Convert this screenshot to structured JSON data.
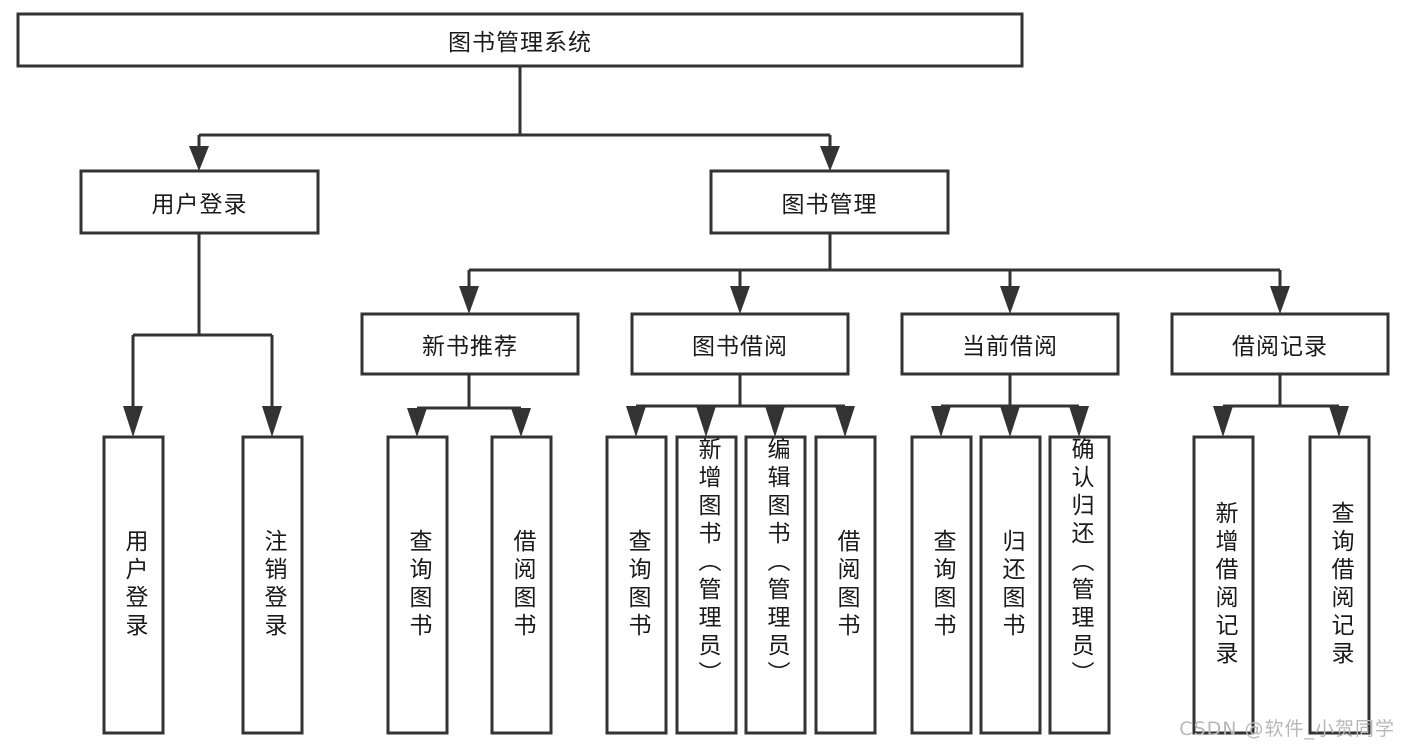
{
  "diagram": {
    "type": "hierarchy-tree",
    "title": "图书管理系统",
    "watermark": "CSDN @软件_小贺同学",
    "colors": {
      "box_stroke": "#333333",
      "box_fill": "#ffffff",
      "text": "#1a1a1a",
      "background": "#ffffff",
      "watermark": "#b8b8b8"
    },
    "root": {
      "id": "root",
      "label": "图书管理系统",
      "orientation": "horizontal"
    },
    "level2": [
      {
        "id": "user-login",
        "label": "用户登录",
        "orientation": "horizontal"
      },
      {
        "id": "book-manage",
        "label": "图书管理",
        "orientation": "horizontal"
      }
    ],
    "level3": [
      {
        "id": "new-book-recommend",
        "label": "新书推荐",
        "orientation": "horizontal",
        "parent": "book-manage"
      },
      {
        "id": "book-borrow",
        "label": "图书借阅",
        "orientation": "horizontal",
        "parent": "book-manage"
      },
      {
        "id": "current-borrow",
        "label": "当前借阅",
        "orientation": "horizontal",
        "parent": "book-manage"
      },
      {
        "id": "borrow-record",
        "label": "借阅记录",
        "orientation": "horizontal",
        "parent": "book-manage"
      }
    ],
    "leaves": {
      "user-login": [
        {
          "id": "leaf-user-login",
          "label": "用户登录"
        },
        {
          "id": "leaf-user-logout",
          "label": "注销登录"
        }
      ],
      "new-book-recommend": [
        {
          "id": "leaf-query-book-1",
          "label": "查询图书"
        },
        {
          "id": "leaf-borrow-book-1",
          "label": "借阅图书"
        }
      ],
      "book-borrow": [
        {
          "id": "leaf-query-book-2",
          "label": "查询图书"
        },
        {
          "id": "leaf-add-book",
          "label": "新增图书（管理员）"
        },
        {
          "id": "leaf-edit-book",
          "label": "编辑图书（管理员）"
        },
        {
          "id": "leaf-borrow-book-2",
          "label": "借阅图书"
        }
      ],
      "current-borrow": [
        {
          "id": "leaf-query-book-3",
          "label": "查询图书"
        },
        {
          "id": "leaf-return-book",
          "label": "归还图书"
        },
        {
          "id": "leaf-confirm-return",
          "label": "确认归还（管理员）"
        }
      ],
      "borrow-record": [
        {
          "id": "leaf-add-record",
          "label": "新增借阅记录"
        },
        {
          "id": "leaf-query-record",
          "label": "查询借阅记录"
        }
      ]
    }
  }
}
